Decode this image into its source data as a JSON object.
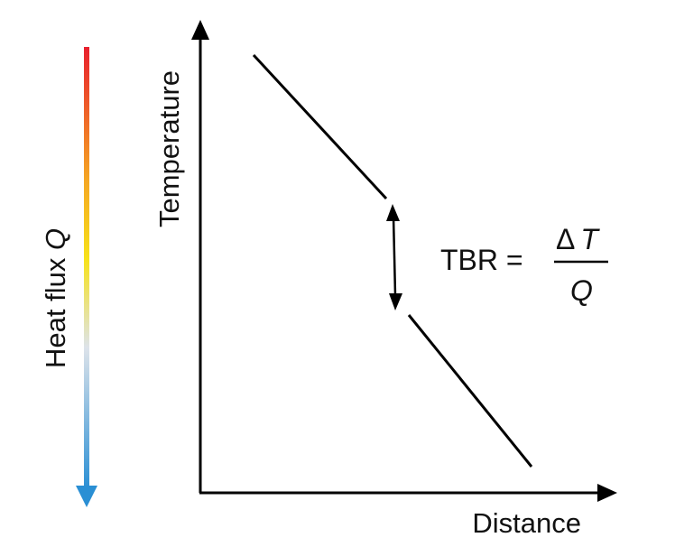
{
  "heat_flux": {
    "label": "Heat flux ",
    "symbol": "Q",
    "colors": {
      "top": "#e8202e",
      "upper_mid": "#f5a623",
      "mid": "#f7e21a",
      "lower_mid": "#dde3ea",
      "bottom": "#2a8fd4"
    }
  },
  "axes": {
    "y_label": "Temperature",
    "x_label": "Distance"
  },
  "formula": {
    "lhs": "TBR =",
    "numerator_delta": "Δ",
    "numerator_var": "T",
    "denominator": "Q"
  },
  "colors": {
    "line": "#000000"
  }
}
